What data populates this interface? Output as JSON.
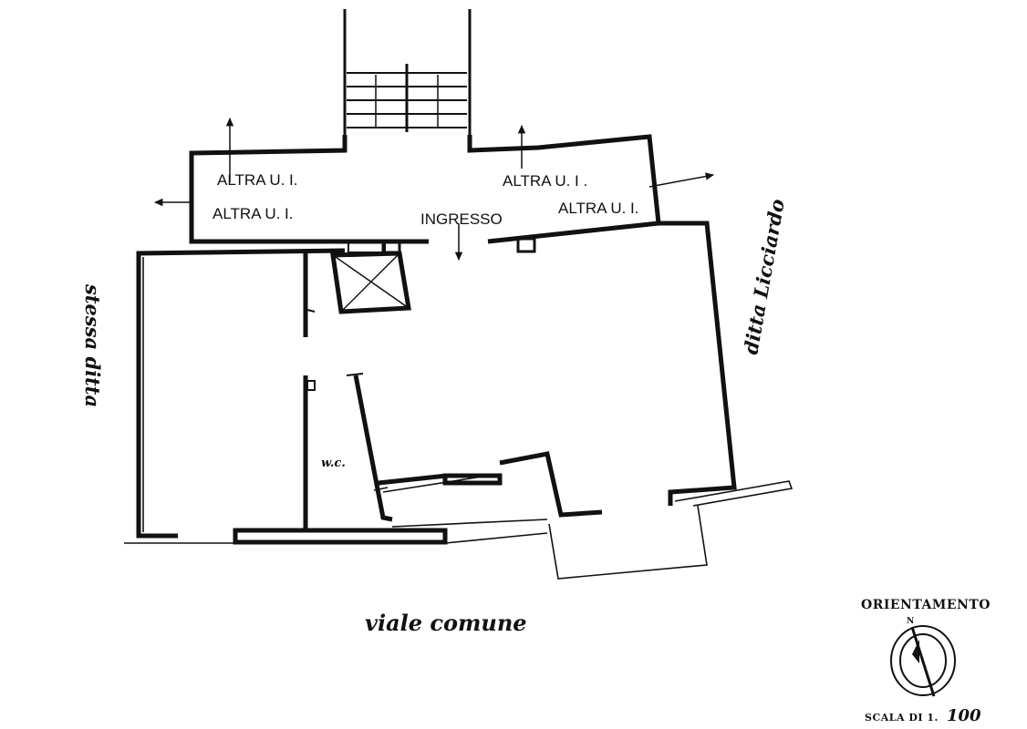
{
  "labels": {
    "altra_1": "ALTRA U. I.",
    "altra_2": "ALTRA U. I.",
    "altra_3": "ALTRA U. I .",
    "altra_4": "ALTRA U. I.",
    "ingresso": "INGRESSO",
    "wc": "w.c.",
    "viale_comune": "viale comune",
    "stessa_ditta": "stessa ditta",
    "ditta_licciardo": "ditta Licciardo",
    "orientamento": "ORIENTAMENTO",
    "north_mark": "N",
    "scala": "SCALA DI 1.",
    "scala_value": "100"
  },
  "colors": {
    "ink": "#111111",
    "paper": "#ffffff"
  }
}
